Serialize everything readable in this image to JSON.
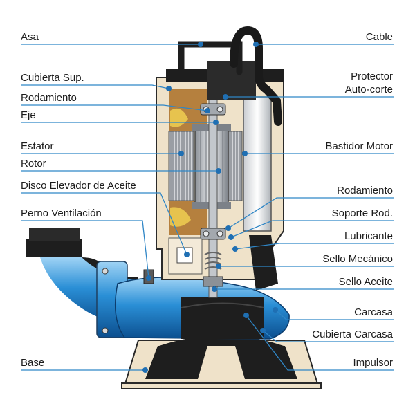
{
  "labels": {
    "handle": "Asa",
    "top_cover": "Cubierta Sup.",
    "bearing_upper": "Rodamiento",
    "shaft": "Eje",
    "stator": "Estator",
    "rotor": "Rotor",
    "oil_lifter": "Disco Elevador de Aceite",
    "vent_bolt": "Perno Ventilación",
    "base": "Base",
    "cable": "Cable",
    "protector_1": "Protector",
    "protector_2": "Auto-corte",
    "motor_frame": "Bastidor Motor",
    "bearing_lower": "Rodamiento",
    "bearing_support": "Soporte Rod.",
    "lubricant": "Lubricante",
    "mech_seal": "Sello Mecánico",
    "oil_seal": "Sello Aceite",
    "casing": "Carcasa",
    "casing_cover": "Cubierta Carcasa",
    "impeller": "Impulsor"
  },
  "colors": {
    "leader_line": "#2f86c6",
    "dot": "#1f6fb3",
    "pump_blue": "#2a8fd6",
    "body_beige": "#efe2c9",
    "copper": "#b5803e",
    "cast_black": "#1e1e1e"
  }
}
